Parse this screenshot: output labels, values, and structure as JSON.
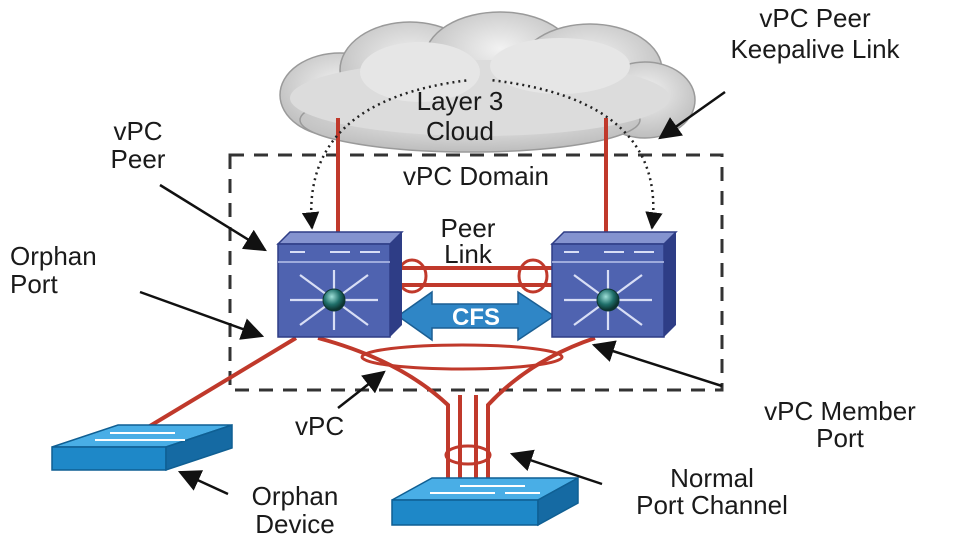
{
  "labels": {
    "keepalive_line1": "vPC Peer",
    "keepalive_line2": "Keepalive Link",
    "cloud_line1": "Layer 3",
    "cloud_line2": "Cloud",
    "vpc_peer_line1": "vPC",
    "vpc_peer_line2": "Peer",
    "domain": "vPC Domain",
    "peer_link_line1": "Peer",
    "peer_link_line2": "Link",
    "orphan_port_line1": "Orphan",
    "orphan_port_line2": "Port",
    "cfs": "CFS",
    "vpc": "vPC",
    "member_port_line1": "vPC Member",
    "member_port_line2": "Port",
    "orphan_device_line1": "Orphan",
    "orphan_device_line2": "Device",
    "normal_pc_line1": "Normal",
    "normal_pc_line2": "Port Channel"
  },
  "colors": {
    "link": "#c0392b",
    "switch_face": "#4f63b0",
    "switch_top": "#8493cf",
    "switch_side": "#2e3d86",
    "access_face": "#1e88c8",
    "access_top": "#49aee6",
    "cfs_arrow": "#2f86c6",
    "cloud": "#d9d9d9",
    "domain_border": "#333333"
  },
  "icons": {
    "core_switch": "nexus-switch-icon",
    "access_switch": "layer2-switch-icon",
    "cloud": "cloud-icon"
  }
}
